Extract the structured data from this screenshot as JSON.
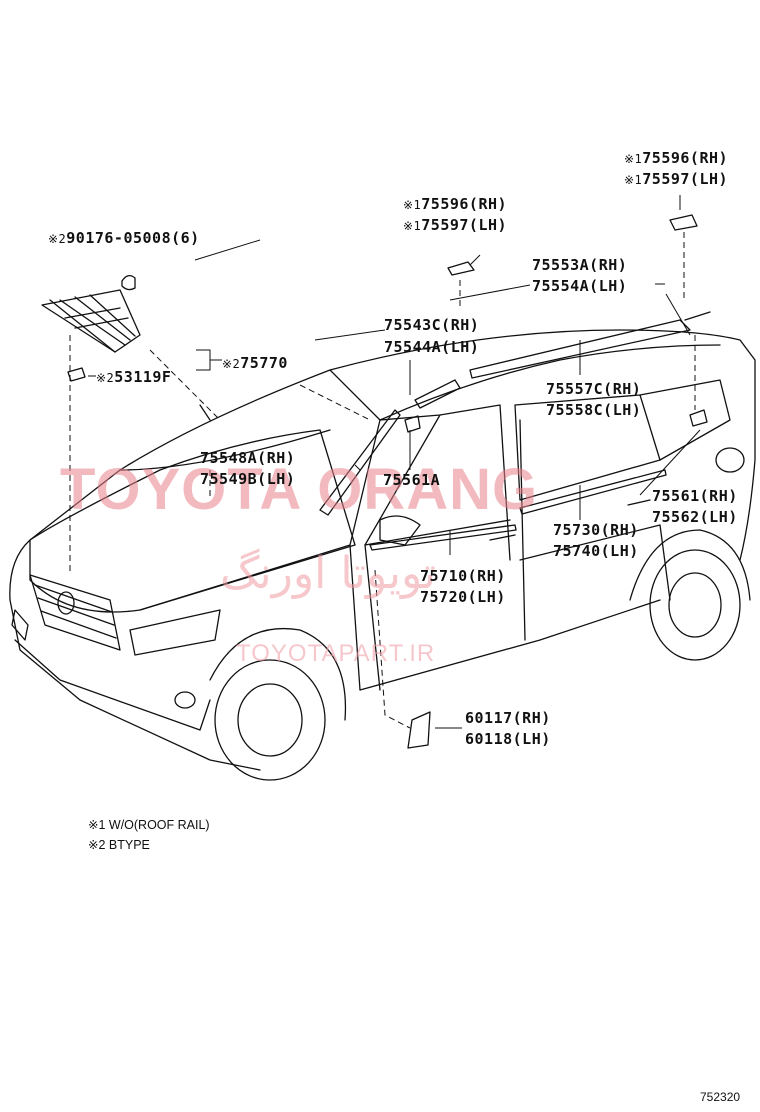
{
  "labels": {
    "p90176": "90176-05008(6)",
    "p75770": "75770",
    "p53119": "53119F",
    "p75596_a": "75596(RH)",
    "p75597_a": "75597(LH)",
    "p75596_b": "75596(RH)",
    "p75597_b": "75597(LH)",
    "p75553": "75553A(RH)",
    "p75554": "75554A(LH)",
    "p75543": "75543C(RH)",
    "p75544": "75544A(LH)",
    "p75557": "75557C(RH)",
    "p75558": "75558C(LH)",
    "p75548": "75548A(RH)",
    "p75549": "75549B(LH)",
    "p75561a": "75561A",
    "p75561": "75561(RH)",
    "p75562": "75562(LH)",
    "p75730": "75730(RH)",
    "p75740": "75740(LH)",
    "p75710": "75710(RH)",
    "p75720": "75720(LH)",
    "p60117": "60117(RH)",
    "p60118": "60118(LH)"
  },
  "marks": {
    "m1": "※1",
    "m2": "※2"
  },
  "notes": {
    "note1": "※1 W/O(ROOF RAIL)",
    "note2": "※2 BTYPE"
  },
  "watermark": {
    "brand": "TOYOTA ORANG",
    "persian": "تویوتا اورنگ",
    "url": "TOYOTAPART.IR"
  },
  "figure_code": "752320"
}
